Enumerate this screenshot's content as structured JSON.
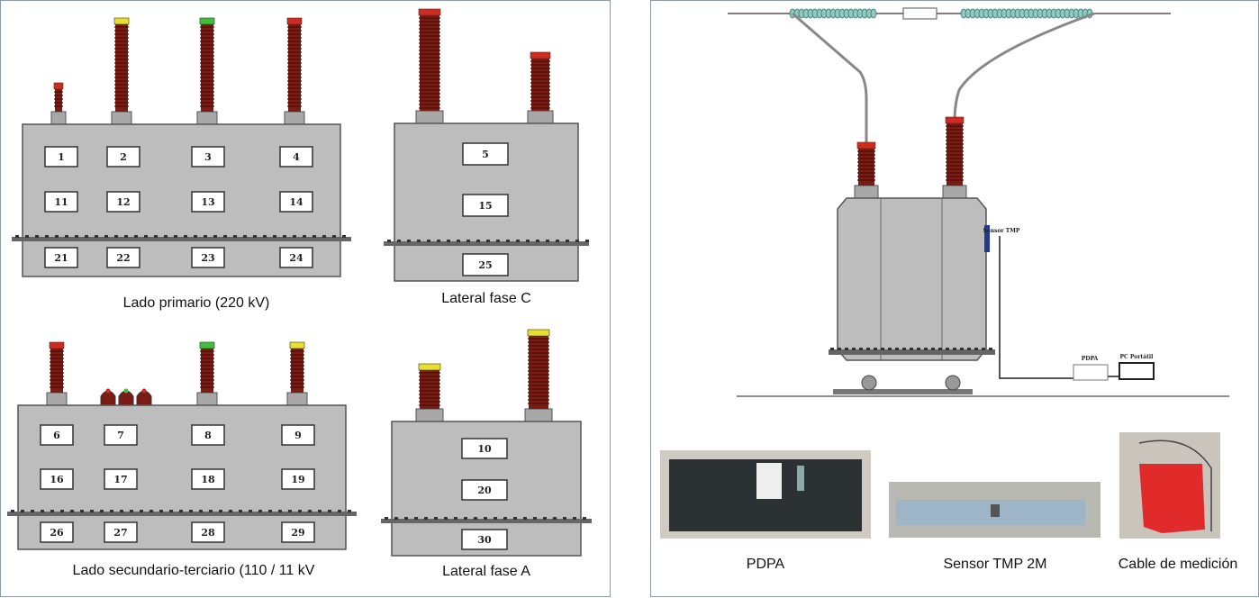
{
  "left_panel": {
    "primary": {
      "caption": "Lado primario (220 kV)",
      "sensors": [
        "1",
        "2",
        "3",
        "4",
        "11",
        "12",
        "13",
        "14",
        "21",
        "22",
        "23",
        "24"
      ]
    },
    "lateral_c": {
      "caption": "Lateral fase C",
      "sensors": [
        "5",
        "15",
        "25"
      ]
    },
    "secondary": {
      "caption": "Lado secundario-terciario (110 / 11 kV",
      "sensors": [
        "6",
        "7",
        "8",
        "9",
        "16",
        "17",
        "18",
        "19",
        "26",
        "27",
        "28",
        "29"
      ]
    },
    "lateral_a": {
      "caption": "Lateral fase A",
      "sensors": [
        "10",
        "20",
        "30"
      ]
    }
  },
  "right_panel": {
    "sensor_label": "Sensor TMP",
    "pdpa_label": "PDPA",
    "pc_label": "PC Portátil",
    "photos": [
      {
        "caption": "PDPA"
      },
      {
        "caption": "Sensor TMP 2M"
      },
      {
        "caption": "Cable de medición"
      }
    ]
  },
  "colors": {
    "tank": "#bdbdbd",
    "bushing": "#7a1c14",
    "cap_red": "#d42a1e",
    "cap_yellow": "#e8e02a",
    "cap_green": "#3fbf3a",
    "border": "#8a9aa6"
  }
}
